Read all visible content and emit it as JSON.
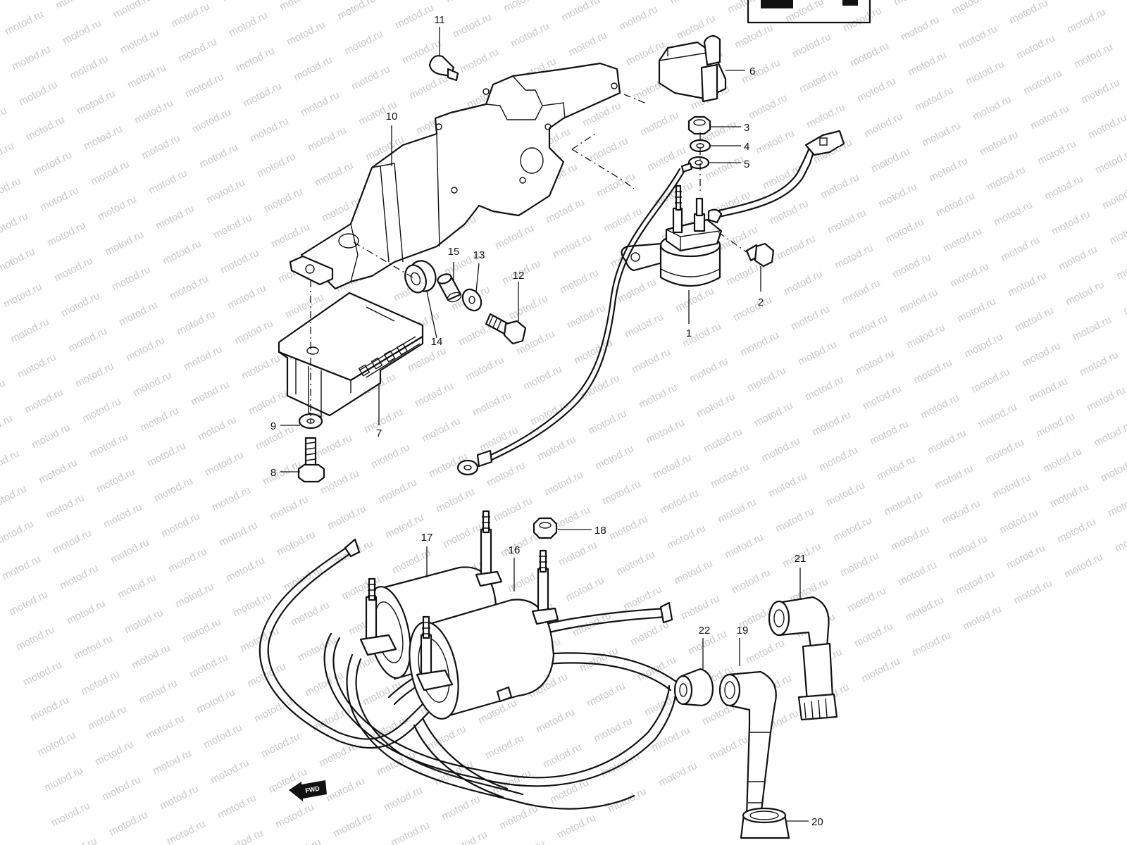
{
  "watermark": "motod.ru",
  "direction_badge": "FWD",
  "callouts": [
    "1",
    "2",
    "3",
    "4",
    "5",
    "6",
    "7",
    "8",
    "9",
    "10",
    "11",
    "12",
    "13",
    "14",
    "15",
    "16",
    "17",
    "18",
    "19",
    "20",
    "21",
    "22"
  ]
}
